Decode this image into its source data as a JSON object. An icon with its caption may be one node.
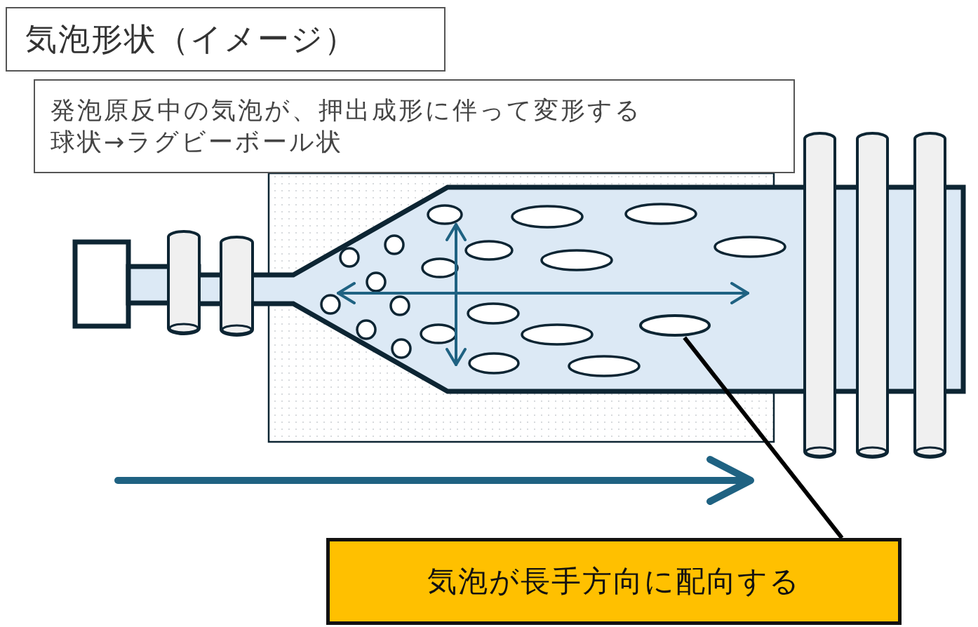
{
  "diagram": {
    "nodes": [
      {
        "text": [
          "気泡形状（イメージ）"
        ]
      },
      {
        "text": [
          "発泡原反中の気泡が、押出成形に伴って変形する",
          "球状→ラグビーボール状"
        ]
      },
      {
        "text": [
          "気泡が長手方向に配向する"
        ]
      },
      {
        "text": [],
        "shape": "circle"
      }
    ],
    "edges": [
      {
        "from": 2,
        "to": 3,
        "arrow": "none"
      }
    ]
  }
}
